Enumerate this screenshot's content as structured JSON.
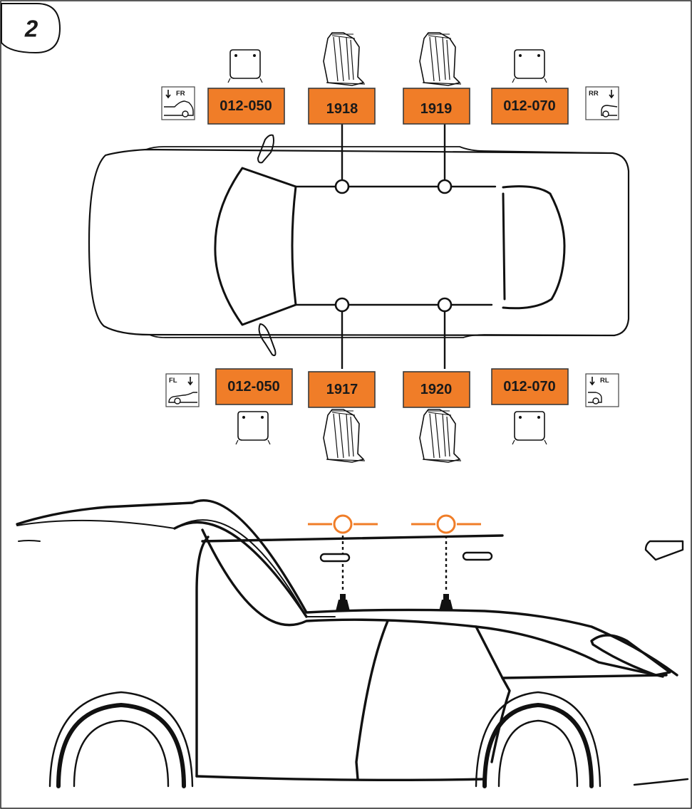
{
  "step_number": "2",
  "colors": {
    "accent": "#F07D28",
    "label_border": "#3a3a3a",
    "line": "#111111"
  },
  "labels": {
    "top": [
      "012-050",
      "1918",
      "1919",
      "012-070"
    ],
    "bottom": [
      "012-050",
      "1917",
      "1920",
      "012-070"
    ]
  },
  "position_icons": {
    "front_right": "FR",
    "rear_right": "RR",
    "front_left": "FL",
    "rear_left": "RL"
  },
  "icons": [
    "car-position-icon",
    "pad-icon",
    "foot-bracket-icon",
    "roof-bar-icon",
    "roof-mount-icon"
  ]
}
